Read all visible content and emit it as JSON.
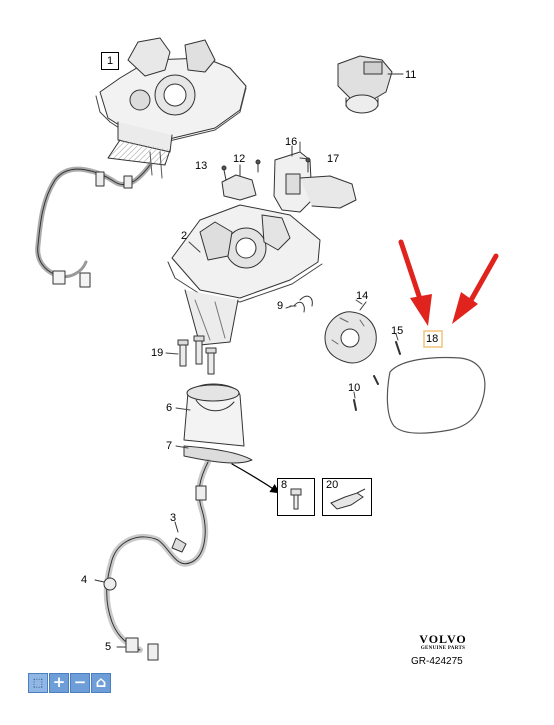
{
  "part_labels": [
    "1",
    "2",
    "3",
    "4",
    "5",
    "6",
    "7",
    "8",
    "9",
    "10",
    "11",
    "12",
    "13",
    "14",
    "15",
    "16",
    "17",
    "18",
    "19",
    "20"
  ],
  "brand": {
    "name": "VOLVO",
    "subtitle": "GENUINE PARTS"
  },
  "reference_code": "GR-424275",
  "annotation_color": "#e0231d",
  "highlight_color": "#f3c27a",
  "toolbar": {
    "buttons": [
      {
        "name": "select-tool",
        "icon": "cursor-icon",
        "glyph": "⬚"
      },
      {
        "name": "zoom-in-button",
        "icon": "plus-icon",
        "glyph": "+"
      },
      {
        "name": "zoom-out-button",
        "icon": "minus-icon",
        "glyph": "−"
      },
      {
        "name": "home-button",
        "icon": "home-icon",
        "glyph": "⌂"
      }
    ]
  }
}
